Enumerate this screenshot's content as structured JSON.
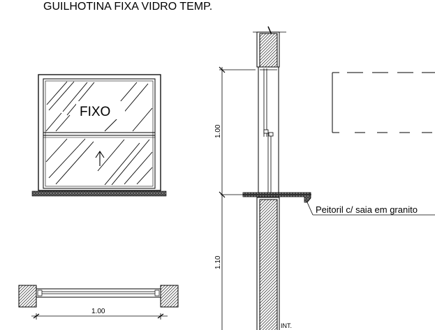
{
  "drawing": {
    "title": "GUILHOTINA FIXA VIDRO TEMP.",
    "elevation": {
      "fixed_label": "FIXO"
    },
    "plan": {
      "width_label": "1.00"
    },
    "section": {
      "upper_height_label": "1.00",
      "lower_height_label": "1.10",
      "sill_callout": "Peitoril c/ saia em granito",
      "interior_label": "INT."
    }
  },
  "colors": {
    "line": "#000000",
    "hatch_gray": "#555555",
    "background": "#ffffff"
  }
}
